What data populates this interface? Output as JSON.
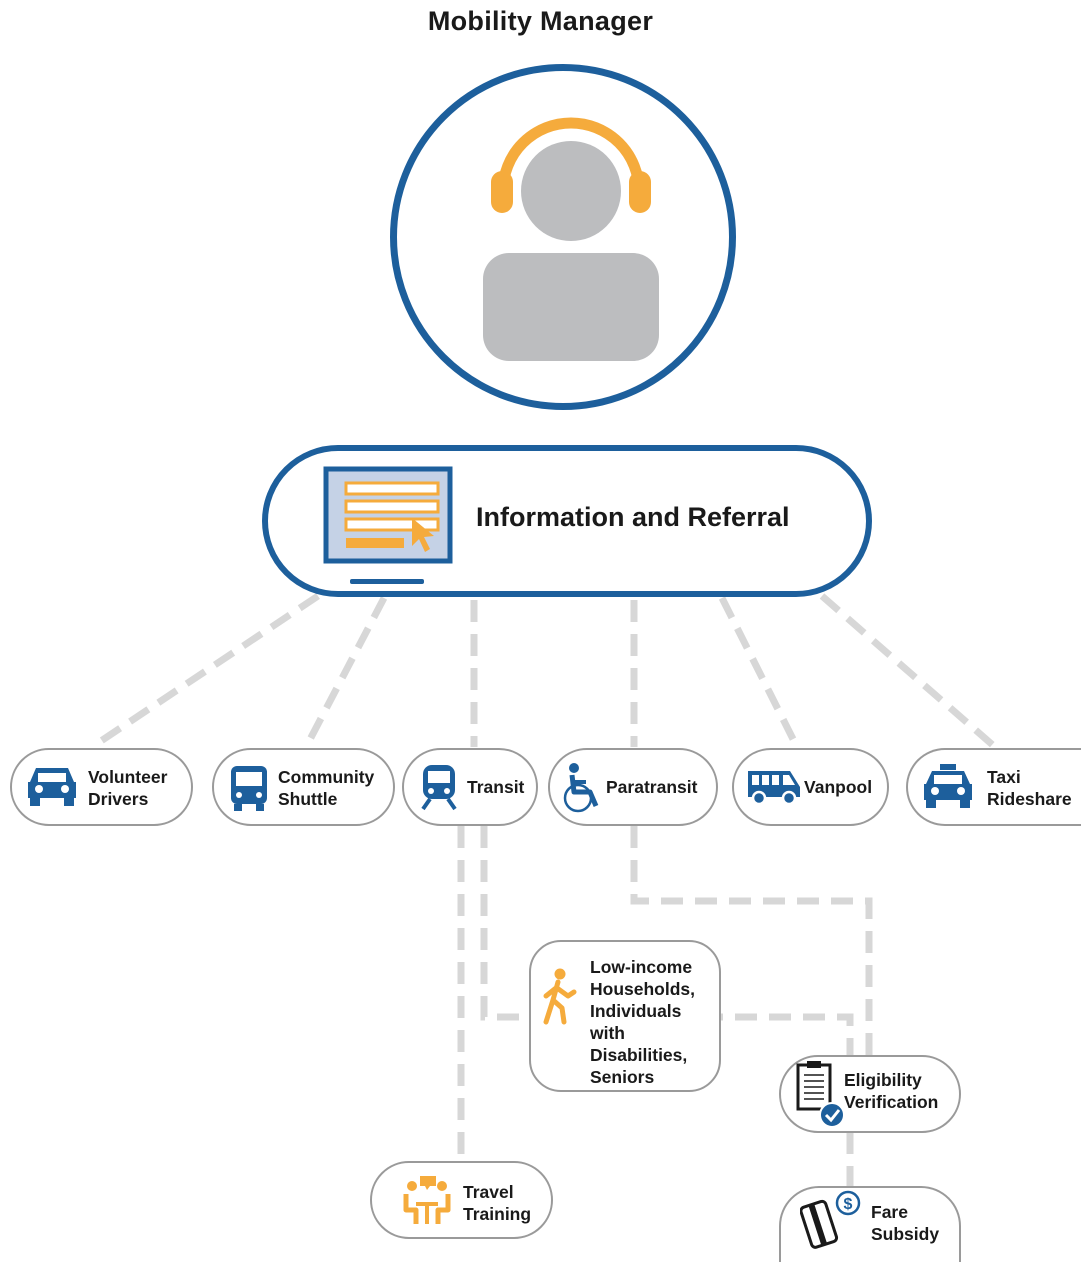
{
  "title": "Mobility Manager",
  "colors": {
    "blue": "#1d5f9c",
    "orange": "#f5ab3c",
    "gray_person": "#bcbdbf",
    "connector": "#d7d7d7",
    "pill_border": "#9a9a9a"
  },
  "manager": {
    "icon": "person-with-headset-icon"
  },
  "central": {
    "label": "Information and Referral",
    "icon": "computer-monitor-form-icon"
  },
  "services": [
    {
      "id": "volunteer-drivers",
      "label": "Volunteer\nDrivers",
      "icon": "car-icon"
    },
    {
      "id": "community-shuttle",
      "label": "Community\nShuttle",
      "icon": "bus-icon"
    },
    {
      "id": "transit",
      "label": "Transit",
      "icon": "train-icon"
    },
    {
      "id": "paratransit",
      "label": "Paratransit",
      "icon": "wheelchair-icon"
    },
    {
      "id": "vanpool",
      "label": "Vanpool",
      "icon": "van-icon"
    },
    {
      "id": "taxi-rideshare",
      "label": "Taxi\nRideshare",
      "icon": "taxi-icon"
    }
  ],
  "secondary": [
    {
      "id": "low-income",
      "label": "Low-income\nHouseholds,\nIndividuals\nwith\nDisabilities,\nSeniors",
      "icon": "walking-person-icon"
    },
    {
      "id": "eligibility",
      "label": "Eligibility\nVerification",
      "icon": "clipboard-check-icon"
    },
    {
      "id": "travel-training",
      "label": "Travel\nTraining",
      "icon": "training-people-icon"
    },
    {
      "id": "fare-subsidy",
      "label": "Fare\nSubsidy",
      "icon": "fare-card-dollar-icon"
    }
  ]
}
